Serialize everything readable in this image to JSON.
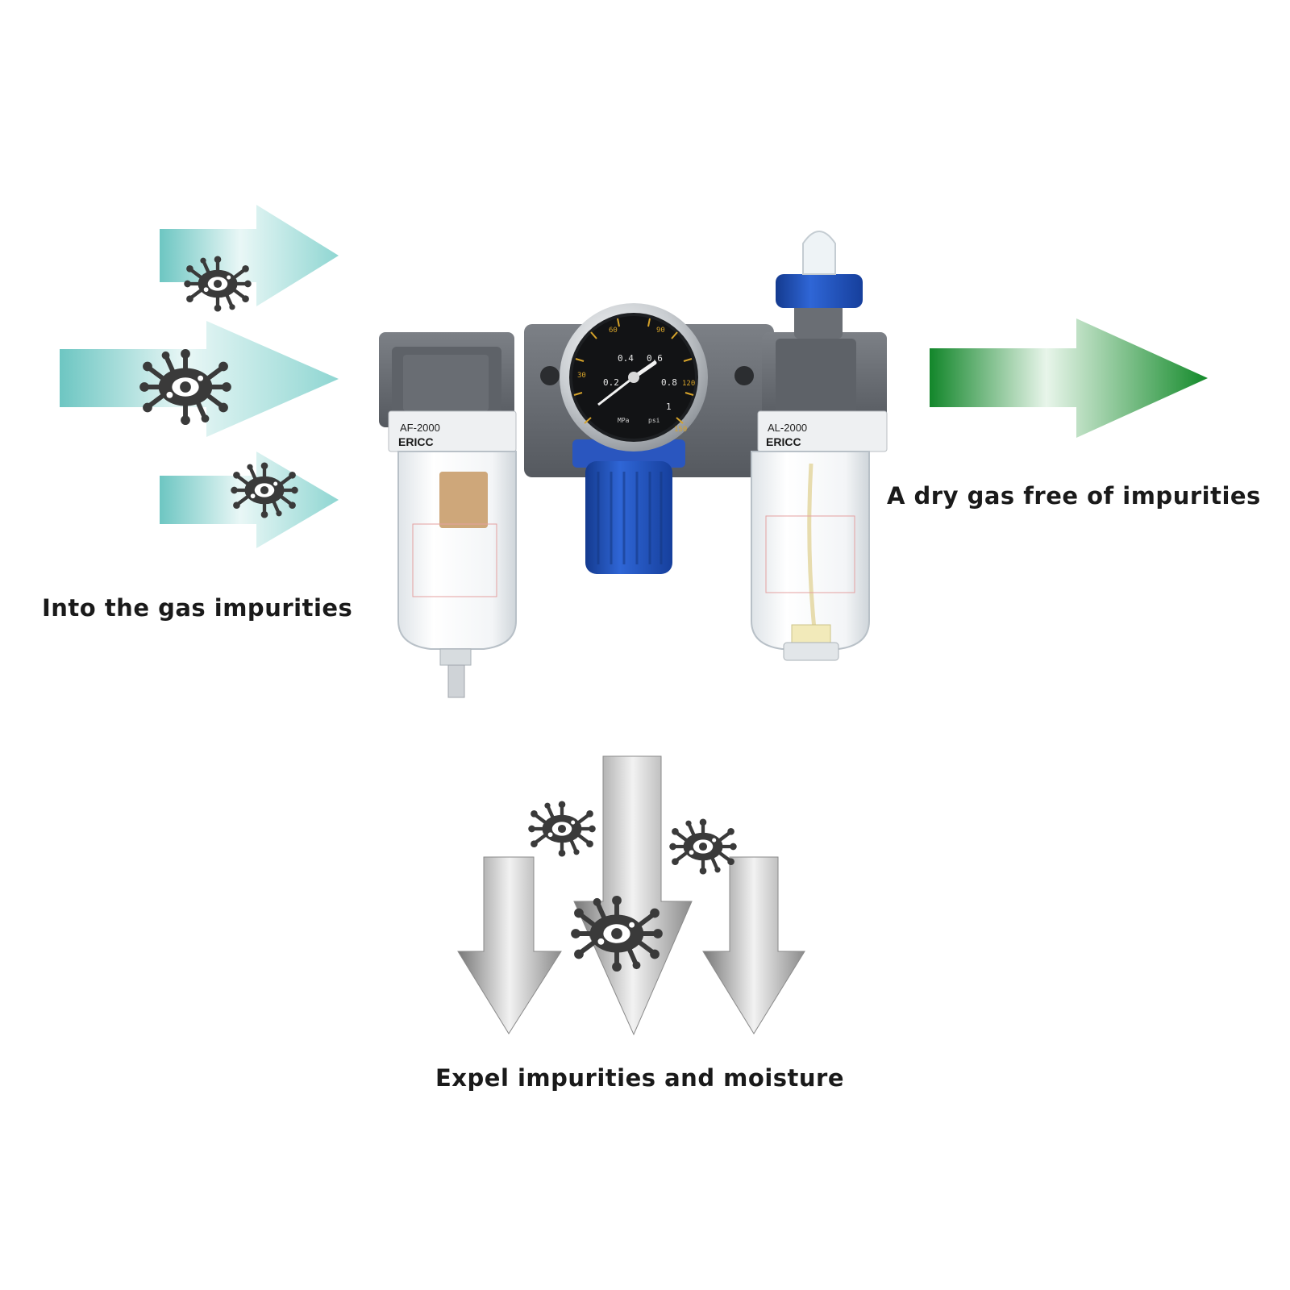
{
  "captions": {
    "inlet": "Into the gas impurities",
    "outlet": "A dry gas free of impurities",
    "drain": "Expel impurities and moisture"
  },
  "device": {
    "filter": {
      "model": "AF-2000",
      "brand": "ERICC"
    },
    "lubricator": {
      "model": "AL-2000",
      "brand": "ERICC"
    },
    "gauge": {
      "inner_scale": [
        "0.2",
        "0.4",
        "0.6",
        "0.8",
        "1"
      ],
      "outer_scale": [
        "30",
        "60",
        "90",
        "120",
        "150"
      ],
      "unit_inner": "MPa",
      "unit_outer": "psi"
    }
  },
  "colors": {
    "inlet_arrow": "#6fc7c3",
    "outlet_arrow": "#138a2a",
    "drain_arrow": "#8a8a8a",
    "regulator_blue": "#1f4fb8",
    "body_gray": "#6e7277",
    "virus": "#3a3a3a"
  },
  "icons": [
    "virus-icon",
    "arrow-right-icon",
    "arrow-down-icon"
  ]
}
